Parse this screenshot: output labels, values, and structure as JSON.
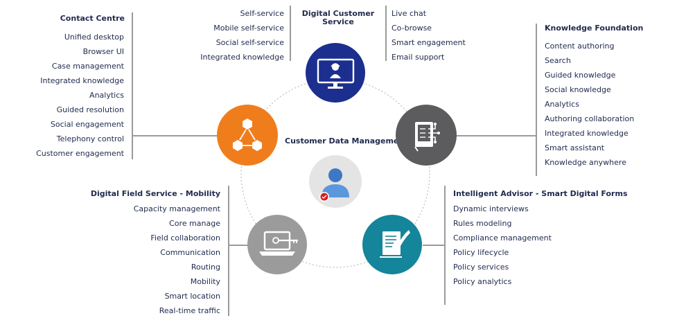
{
  "center_label": "Customer Data Management",
  "digital_customer_service": {
    "title": "Digital Customer Service",
    "left_items": [
      "Self-service",
      "Mobile self-service",
      "Social self-service",
      "Integrated knowledge"
    ],
    "right_items": [
      "Live chat",
      "Co-browse",
      "Smart engagement",
      "Email support"
    ],
    "icon": "support-agent-monitor-icon",
    "color": "#1c2f8f"
  },
  "contact_centre": {
    "title": "Contact Centre",
    "items": [
      "Unified desktop",
      "Browser UI",
      "Case management",
      "Integrated knowledge",
      "Analytics",
      "Guided resolution",
      "Social engagement",
      "Telephony control",
      "Customer engagement"
    ],
    "icon": "hexagon-network-icon",
    "color": "#f07d1c"
  },
  "knowledge_foundation": {
    "title": "Knowledge Foundation",
    "items": [
      "Content authoring",
      "Search",
      "Guided knowledge",
      "Social knowledge",
      "Analytics",
      "Authoring collaboration",
      "Integrated knowledge",
      "Smart assistant",
      "Knowledge anywhere"
    ],
    "icon": "circuit-book-icon",
    "color": "#5c5c5e"
  },
  "digital_field_service": {
    "title": "Digital Field Service - Mobility",
    "items": [
      "Capacity management",
      "Core manage",
      "Field collaboration",
      "Communication",
      "Routing",
      "Mobility",
      "Smart location",
      "Real-time traffic"
    ],
    "icon": "laptop-key-icon",
    "color": "#9b9b9c"
  },
  "intelligent_advisor": {
    "title": "Intelligent Advisor - Smart Digital Forms",
    "items": [
      "Dynamic interviews",
      "Rules modeling",
      "Compliance management",
      "Policy lifecycle",
      "Policy services",
      "Policy analytics"
    ],
    "icon": "document-quill-icon",
    "color": "#14859a"
  },
  "center_icon": "verified-user-icon"
}
